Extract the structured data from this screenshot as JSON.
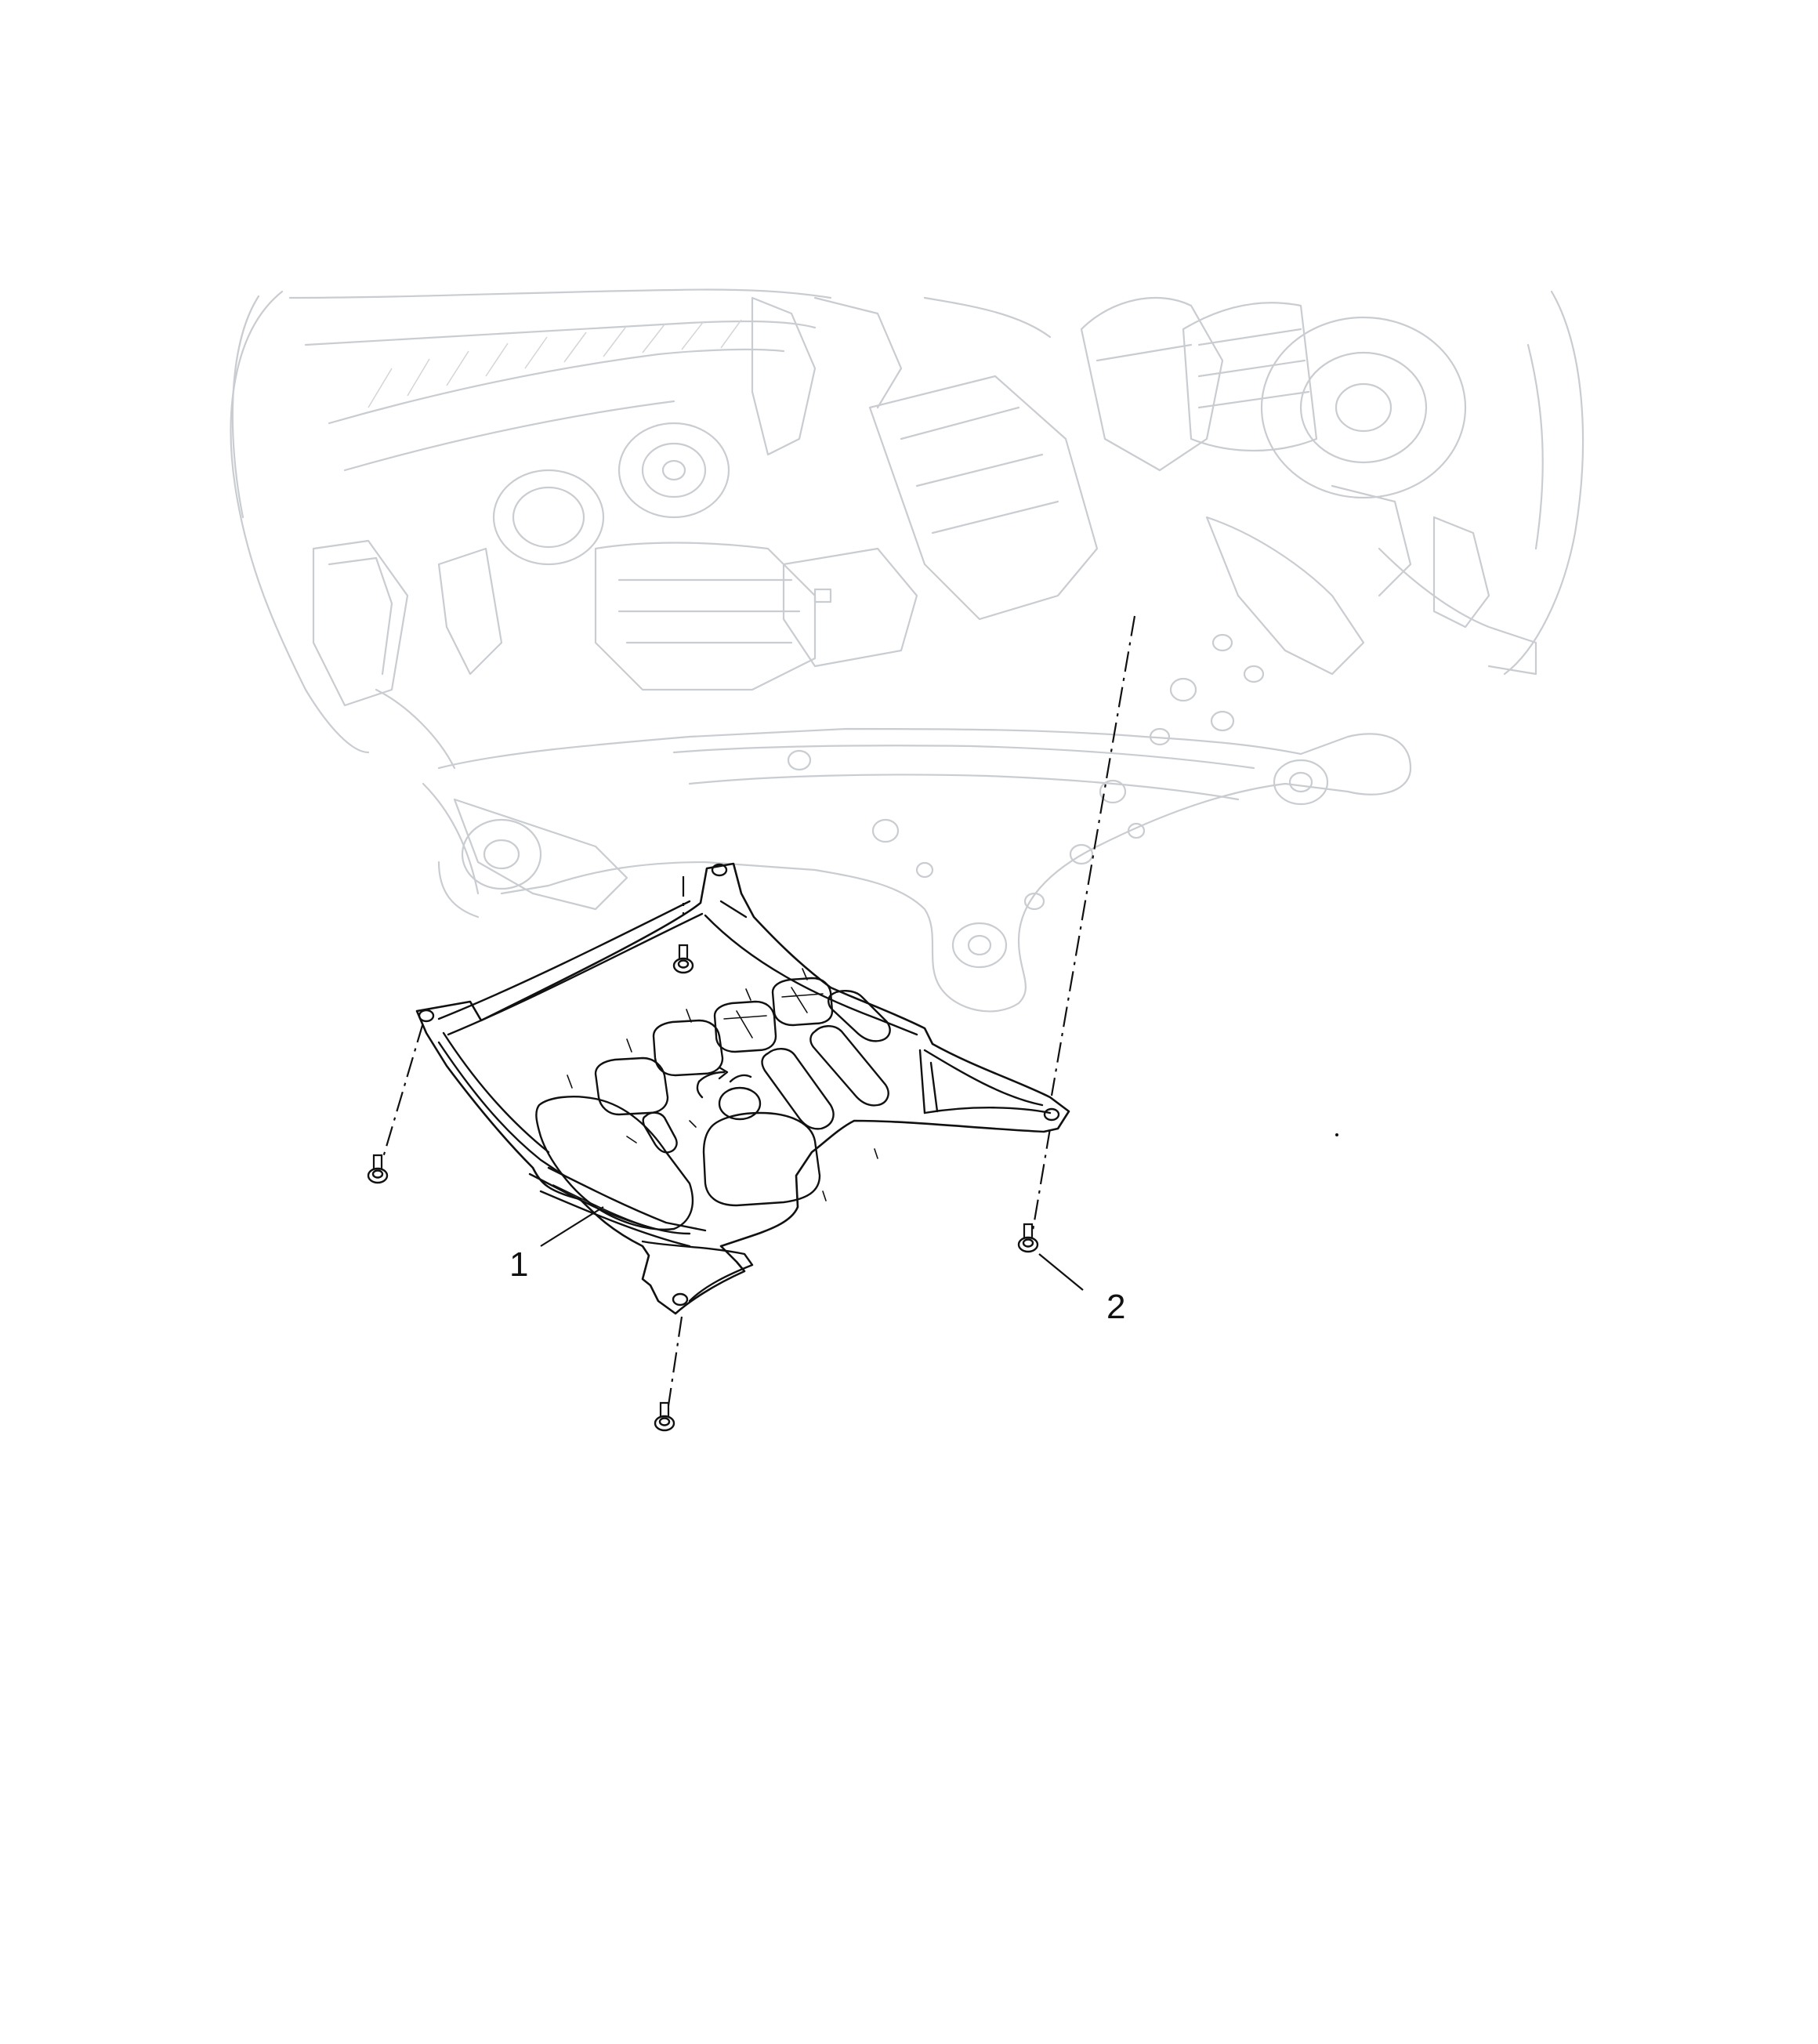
{
  "callouts": [
    {
      "id": "1",
      "label": "1"
    },
    {
      "id": "2",
      "label": "2"
    }
  ],
  "icons": {
    "background_assembly": "vehicle-front-underbody-icon",
    "skid_plate": "engine-underbody-shield-icon",
    "fastener": "flange-bolt-icon"
  },
  "colors": {
    "background_line": "#c9ccd0",
    "part_line": "#111111",
    "paper": "#ffffff"
  }
}
